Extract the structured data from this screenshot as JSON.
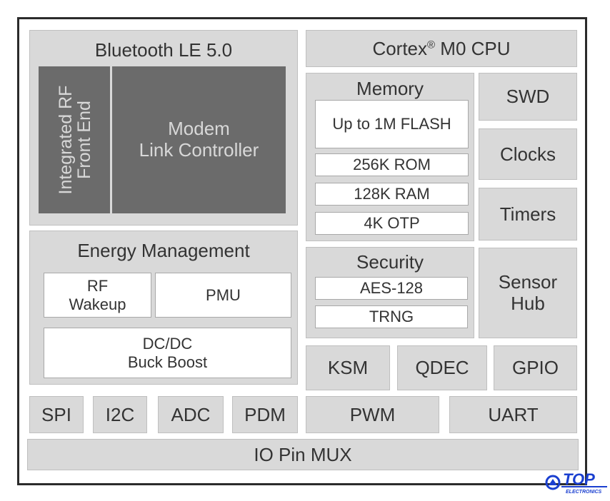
{
  "bluetooth": {
    "title": "Bluetooth LE 5.0",
    "rf_front_end": "Integrated RF\nFront End",
    "modem": "Modem\nLink Controller"
  },
  "cpu": {
    "name": "Cortex",
    "mark": "®",
    "suffix": " M0 CPU"
  },
  "memory": {
    "title": "Memory",
    "items": [
      "Up to 1M FLASH",
      "256K ROM",
      "128K RAM",
      "4K OTP"
    ]
  },
  "swd": "SWD",
  "clocks": "Clocks",
  "timers": "Timers",
  "energy": {
    "title": "Energy Management",
    "rf_wakeup": "RF\nWakeup",
    "pmu": "PMU",
    "dcdc": "DC/DC\nBuck Boost"
  },
  "security": {
    "title": "Security",
    "items": [
      "AES-128",
      "TRNG"
    ]
  },
  "sensor_hub": "Sensor\nHub",
  "peripherals": {
    "ksm": "KSM",
    "qdec": "QDEC",
    "gpio": "GPIO",
    "spi": "SPI",
    "i2c": "I2C",
    "adc": "ADC",
    "pdm": "PDM",
    "pwm": "PWM",
    "uart": "UART"
  },
  "io_mux": "IO Pin MUX",
  "logo": {
    "text": "TOP",
    "subtext": "ELECTRONICS",
    "color": "#1a3fd0"
  }
}
